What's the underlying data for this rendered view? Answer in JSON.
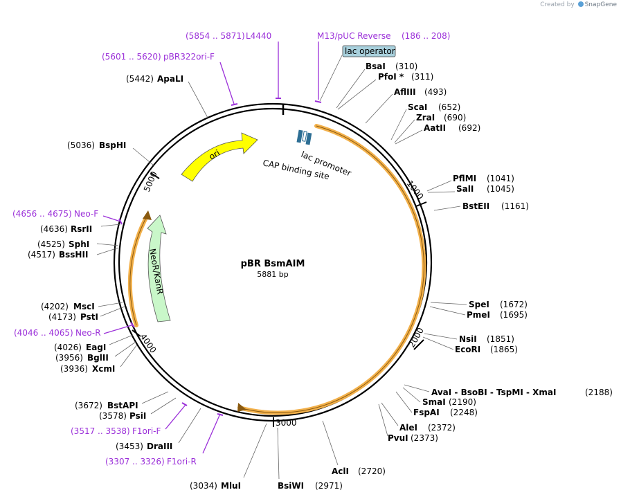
{
  "brand": {
    "prefix": "Created by",
    "name": "SnapGene"
  },
  "plasmid": {
    "name": "pBR BsmAIM",
    "length_label": "5881 bp",
    "length": 5881
  },
  "ticks": [
    {
      "label": "1000",
      "pos": 1000
    },
    {
      "label": "2000",
      "pos": 2000
    },
    {
      "label": "3000",
      "pos": 3000
    },
    {
      "label": "4000",
      "pos": 4000
    },
    {
      "label": "5000",
      "pos": 5000
    }
  ],
  "features": {
    "ori": "ori",
    "neo": "NeoR/KanR",
    "lac_promoter": "lac promoter",
    "cap_site": "CAP binding site",
    "lac_operator": "lac operator"
  },
  "primers": [
    {
      "name": "L4440",
      "range": "(5854 .. 5871)"
    },
    {
      "name": "M13/pUC Reverse",
      "range": "(186 .. 208)"
    },
    {
      "name": "pBR322ori-F",
      "range": "(5601 .. 5620)"
    },
    {
      "name": "Neo-F",
      "range": "(4656 .. 4675)"
    },
    {
      "name": "Neo-R",
      "range": "(4046 .. 4065)"
    },
    {
      "name": "F1ori-F",
      "range": "(3517 .. 3538)"
    },
    {
      "name": "F1ori-R",
      "range": "(3307 .. 3326)"
    }
  ],
  "enzymes_right": [
    {
      "name": "BsaI",
      "pos": "(310)"
    },
    {
      "name": "PfoI *",
      "pos": "(311)"
    },
    {
      "name": "AflIII",
      "pos": "(493)"
    },
    {
      "name": "ScaI",
      "pos": "(652)"
    },
    {
      "name": "ZraI",
      "pos": "(690)"
    },
    {
      "name": "AatII",
      "pos": "(692)"
    },
    {
      "name": "PflMI",
      "pos": "(1041)"
    },
    {
      "name": "SalI",
      "pos": "(1045)"
    },
    {
      "name": "BstEII",
      "pos": "(1161)"
    },
    {
      "name": "SpeI",
      "pos": "(1672)"
    },
    {
      "name": "PmeI",
      "pos": "(1695)"
    },
    {
      "name": "NsiI",
      "pos": "(1851)"
    },
    {
      "name": "EcoRI",
      "pos": "(1865)"
    },
    {
      "name": "AvaI  - BsoBI  - TspMI  - XmaI",
      "pos": "(2188)"
    },
    {
      "name": "SmaI",
      "pos": "(2190)"
    },
    {
      "name": "FspAI",
      "pos": "(2248)"
    },
    {
      "name": "AleI",
      "pos": "(2372)"
    },
    {
      "name": "PvuI",
      "pos": "(2373)"
    },
    {
      "name": "AclI",
      "pos": "(2720)"
    },
    {
      "name": "BsiWI",
      "pos": "(2971)"
    }
  ],
  "enzymes_left": [
    {
      "name": "ApaLI",
      "pos": "(5442)"
    },
    {
      "name": "BspHI",
      "pos": "(5036)"
    },
    {
      "name": "RsrII",
      "pos": "(4636)"
    },
    {
      "name": "SphI",
      "pos": "(4525)"
    },
    {
      "name": "BssHII",
      "pos": "(4517)"
    },
    {
      "name": "MscI",
      "pos": "(4202)"
    },
    {
      "name": "PstI",
      "pos": "(4173)"
    },
    {
      "name": "EagI",
      "pos": "(4026)"
    },
    {
      "name": "BglII",
      "pos": "(3956)"
    },
    {
      "name": "XcmI",
      "pos": "(3936)"
    },
    {
      "name": "BstAPI",
      "pos": "(3672)"
    },
    {
      "name": "PsiI",
      "pos": "(3578)"
    },
    {
      "name": "DraIII",
      "pos": "(3453)"
    },
    {
      "name": "MluI",
      "pos": "(3034)"
    }
  ],
  "colors": {
    "backbone": "#000000",
    "orange_feature": "#f2b04a",
    "ori": "#ffff00",
    "neo": "#c9f7c9",
    "lac_box": "#2e6f95",
    "operator_box": "#a8d0dc",
    "primer": "#9b30d9"
  }
}
